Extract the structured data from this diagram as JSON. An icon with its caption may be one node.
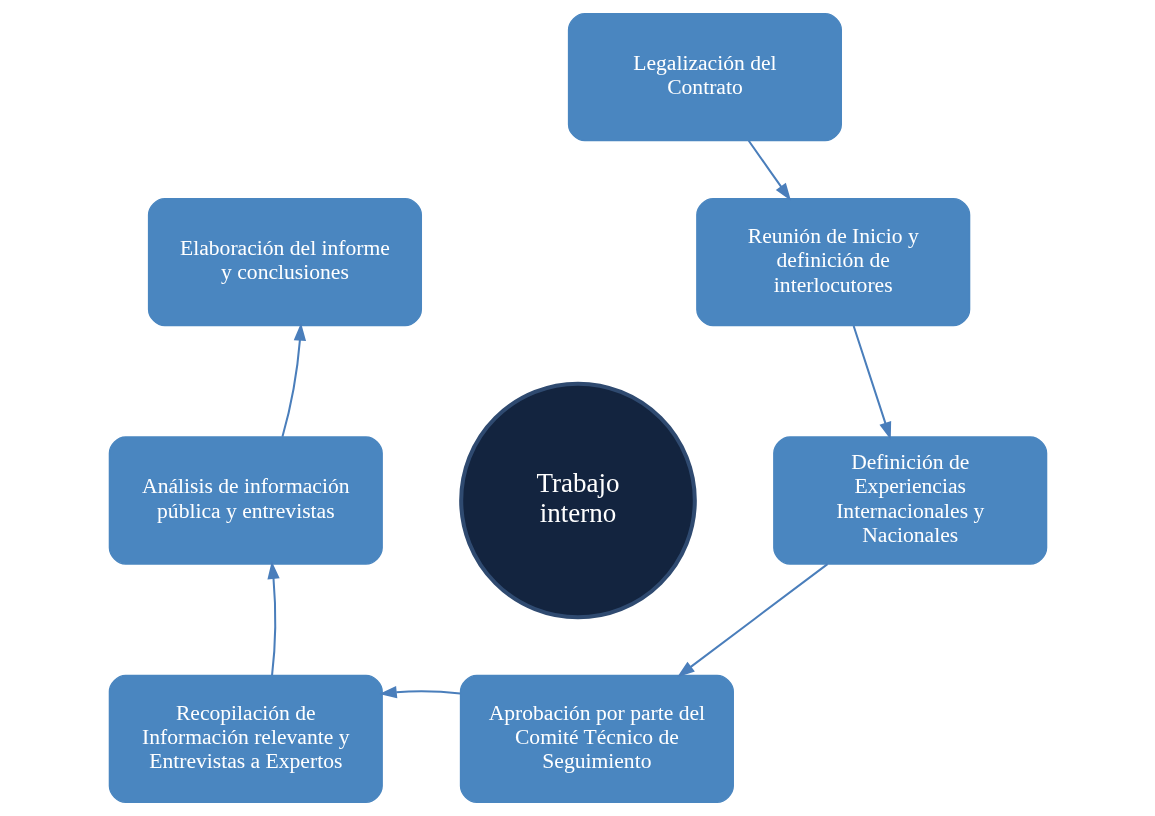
{
  "diagram": {
    "nodes": [
      {
        "text": [
          "Legalización del Contrato"
        ]
      },
      {
        "text": [
          "Reunión de Inicio y definición de interlocutores"
        ]
      },
      {
        "text": [
          "Definición de Experiencias Internacionales y Nacionales"
        ]
      },
      {
        "text": [
          "Aprobación por parte del Comité Técnico de Seguimiento"
        ]
      },
      {
        "text": [
          "Recopilación de Información relevante y Entrevistas a Expertos"
        ]
      },
      {
        "text": [
          "Análisis de información pública y entrevistas"
        ]
      },
      {
        "text": [
          "Elaboración del informe y conclusiones"
        ]
      },
      {
        "text": [
          "Trabajo interno"
        ]
      }
    ],
    "edges": [
      {
        "from": 0,
        "to": 1,
        "arrow": "to"
      },
      {
        "from": 1,
        "to": 2,
        "arrow": "to"
      },
      {
        "from": 2,
        "to": 3,
        "arrow": "to"
      },
      {
        "from": 3,
        "to": 4,
        "arrow": "to"
      },
      {
        "from": 4,
        "to": 5,
        "arrow": "to"
      },
      {
        "from": 5,
        "to": 6,
        "arrow": "to"
      }
    ]
  }
}
